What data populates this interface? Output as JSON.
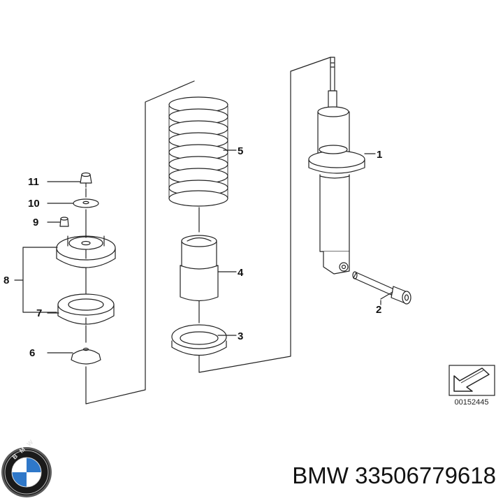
{
  "diagram": {
    "callouts": [
      "1",
      "2",
      "3",
      "4",
      "5",
      "6",
      "7",
      "8",
      "9",
      "10",
      "11"
    ],
    "reference_code": "00152445"
  },
  "footer": {
    "logo_text": "BMW",
    "part_number": "BMW 33506779618"
  }
}
